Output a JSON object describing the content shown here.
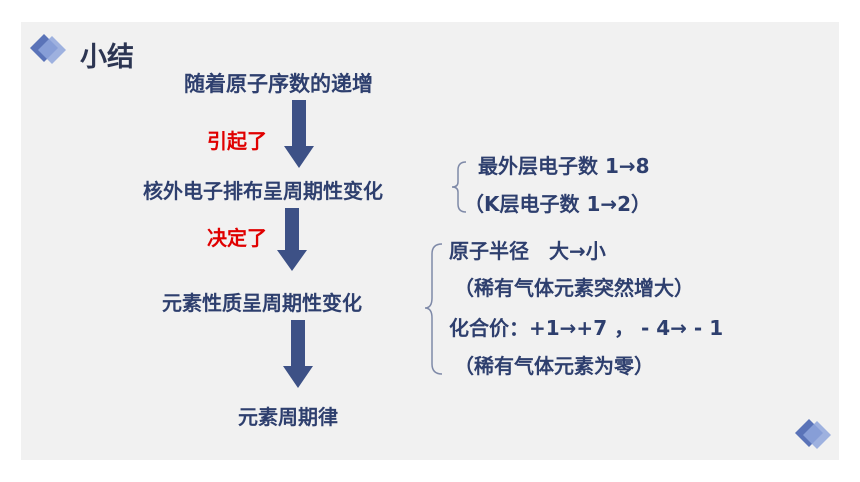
{
  "title": "小结",
  "flow": {
    "step1": "随着原子序数的递增",
    "link1": "引起了",
    "step2": "核外电子排布呈周期性变化",
    "link2": "决定了",
    "step3": "元素性质呈周期性变化",
    "step4": "元素周期律"
  },
  "branch1": {
    "line1": "最外层电子数 1→8",
    "line2": "（K层电子数 1→2）"
  },
  "branch2": {
    "line1": "原子半径　大→小",
    "line2": "（稀有气体元素突然增大）",
    "line3": "化合价：+1→+7 ， - 4→ - 1",
    "line4": "（稀有气体元素为零）"
  },
  "colors": {
    "text": "#2e3f6e",
    "emphasis": "#e00000",
    "arrow": "#3d5186",
    "slide_bg": "#f1f1f1"
  }
}
